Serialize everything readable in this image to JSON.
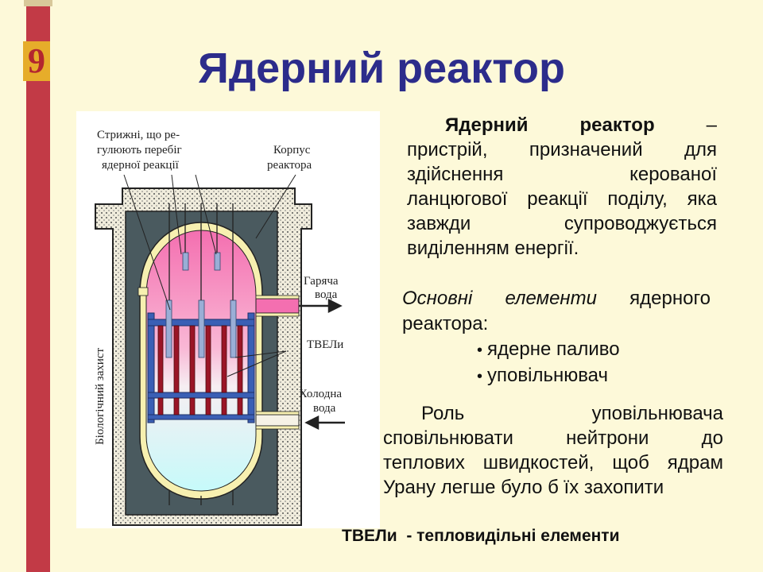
{
  "slide_number": "9",
  "title": "Ядерний реактор",
  "diagram": {
    "labels": {
      "rods_1": "Стрижні, що ре-",
      "rods_2": "гулюють перебіг",
      "rods_3": "ядерної реакції",
      "vessel_1": "Корпус",
      "vessel_2": "реактора",
      "hot_1": "Гаряча",
      "hot_2": "вода",
      "tvel": "ТВЕЛи",
      "cold_1": "Холодна",
      "cold_2": "вода",
      "shield": "Біологічний захист"
    },
    "colors": {
      "shield_concrete": "#f0ecdc",
      "inner_wall": "#4a5a5f",
      "vessel_shell": "#f7f0b0",
      "coolant_top": "#f46fb0",
      "coolant_bottom": "#c6fafa",
      "fuel_rod": "#9a1526",
      "frame": "#3a5fb5",
      "control_rod": "#9aaed6"
    }
  },
  "definition": {
    "term": "Ядерний реактор",
    "dash": "–",
    "lines": [
      "пристрій, призначений для",
      "здійснення керованої",
      "ланцюгової реакції поділу, яка",
      "завжди супроводжується",
      "виділенням енергії."
    ]
  },
  "elements": {
    "heading_italic": "Основні елементи",
    "heading_rest": "ядерного",
    "heading_line2": "реактора:",
    "items": [
      "ядерне паливо",
      "уповільнювач"
    ]
  },
  "role": {
    "lines": [
      "Роль уповільнювача",
      "сповільнювати нейтрони до",
      "теплових швидкостей, щоб ядрам",
      "Урану легше було б їх захопити"
    ]
  },
  "footnote": "ТВЕЛи  - тепловидільні елементи"
}
